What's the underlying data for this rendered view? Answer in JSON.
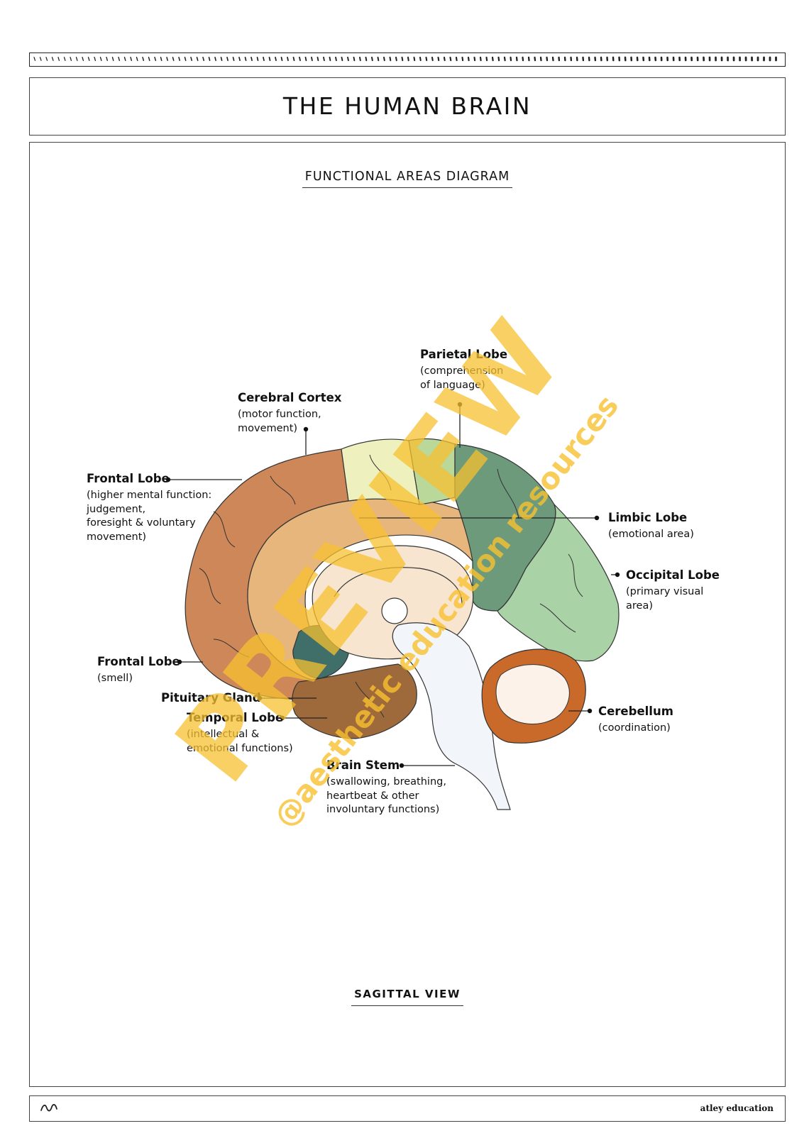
{
  "header": {
    "title": "THE HUMAN BRAIN"
  },
  "diagram": {
    "subtitle": "FUNCTIONAL AREAS DIAGRAM",
    "view_label": "SAGITTAL VIEW",
    "labels": {
      "parietal": {
        "name": "Parietal Lobe",
        "desc": "(comprehension\nof language)"
      },
      "cortex": {
        "name": "Cerebral Cortex",
        "desc": "(motor function,\nmovement)"
      },
      "frontal": {
        "name": "Frontal Lobe",
        "desc": "(higher mental function:\njudgement,\nforesight & voluntary\nmovement)"
      },
      "limbic": {
        "name": "Limbic Lobe",
        "desc": "(emotional area)"
      },
      "occipital": {
        "name": "Occipital Lobe",
        "desc": "(primary visual\narea)"
      },
      "frontal_smell": {
        "name": "Frontal Lobe",
        "desc": "(smell)"
      },
      "pituitary": {
        "name": "Pituitary Gland",
        "desc": ""
      },
      "temporal": {
        "name": "Temporal Lobe",
        "desc": "(intellectual &\nemotional functions)"
      },
      "cerebellum": {
        "name": "Cerebellum",
        "desc": "(coordination)"
      },
      "brainstem": {
        "name": "Brain Stem",
        "desc": "(swallowing, breathing,\nheartbeat & other\ninvoluntary functions)"
      }
    },
    "colors": {
      "frontal": "#cd8758",
      "cortex": "#e6b67c",
      "parietal": "#eef1bd",
      "parietal_green": "#b9d89a",
      "limbic": "#6e9a7c",
      "occipital": "#a9d2a6",
      "temporal": "#9e6a3b",
      "cerebellum": "#c9692a",
      "brainstem": "#f2f5fa",
      "thalamus": "#f7e5d0",
      "ventricle": "#406f6a"
    }
  },
  "watermark": {
    "main": "PREVIEW",
    "sub": "@aesthetic education resources",
    "color": "#f7c030"
  },
  "footer": {
    "brand": "atley education"
  }
}
